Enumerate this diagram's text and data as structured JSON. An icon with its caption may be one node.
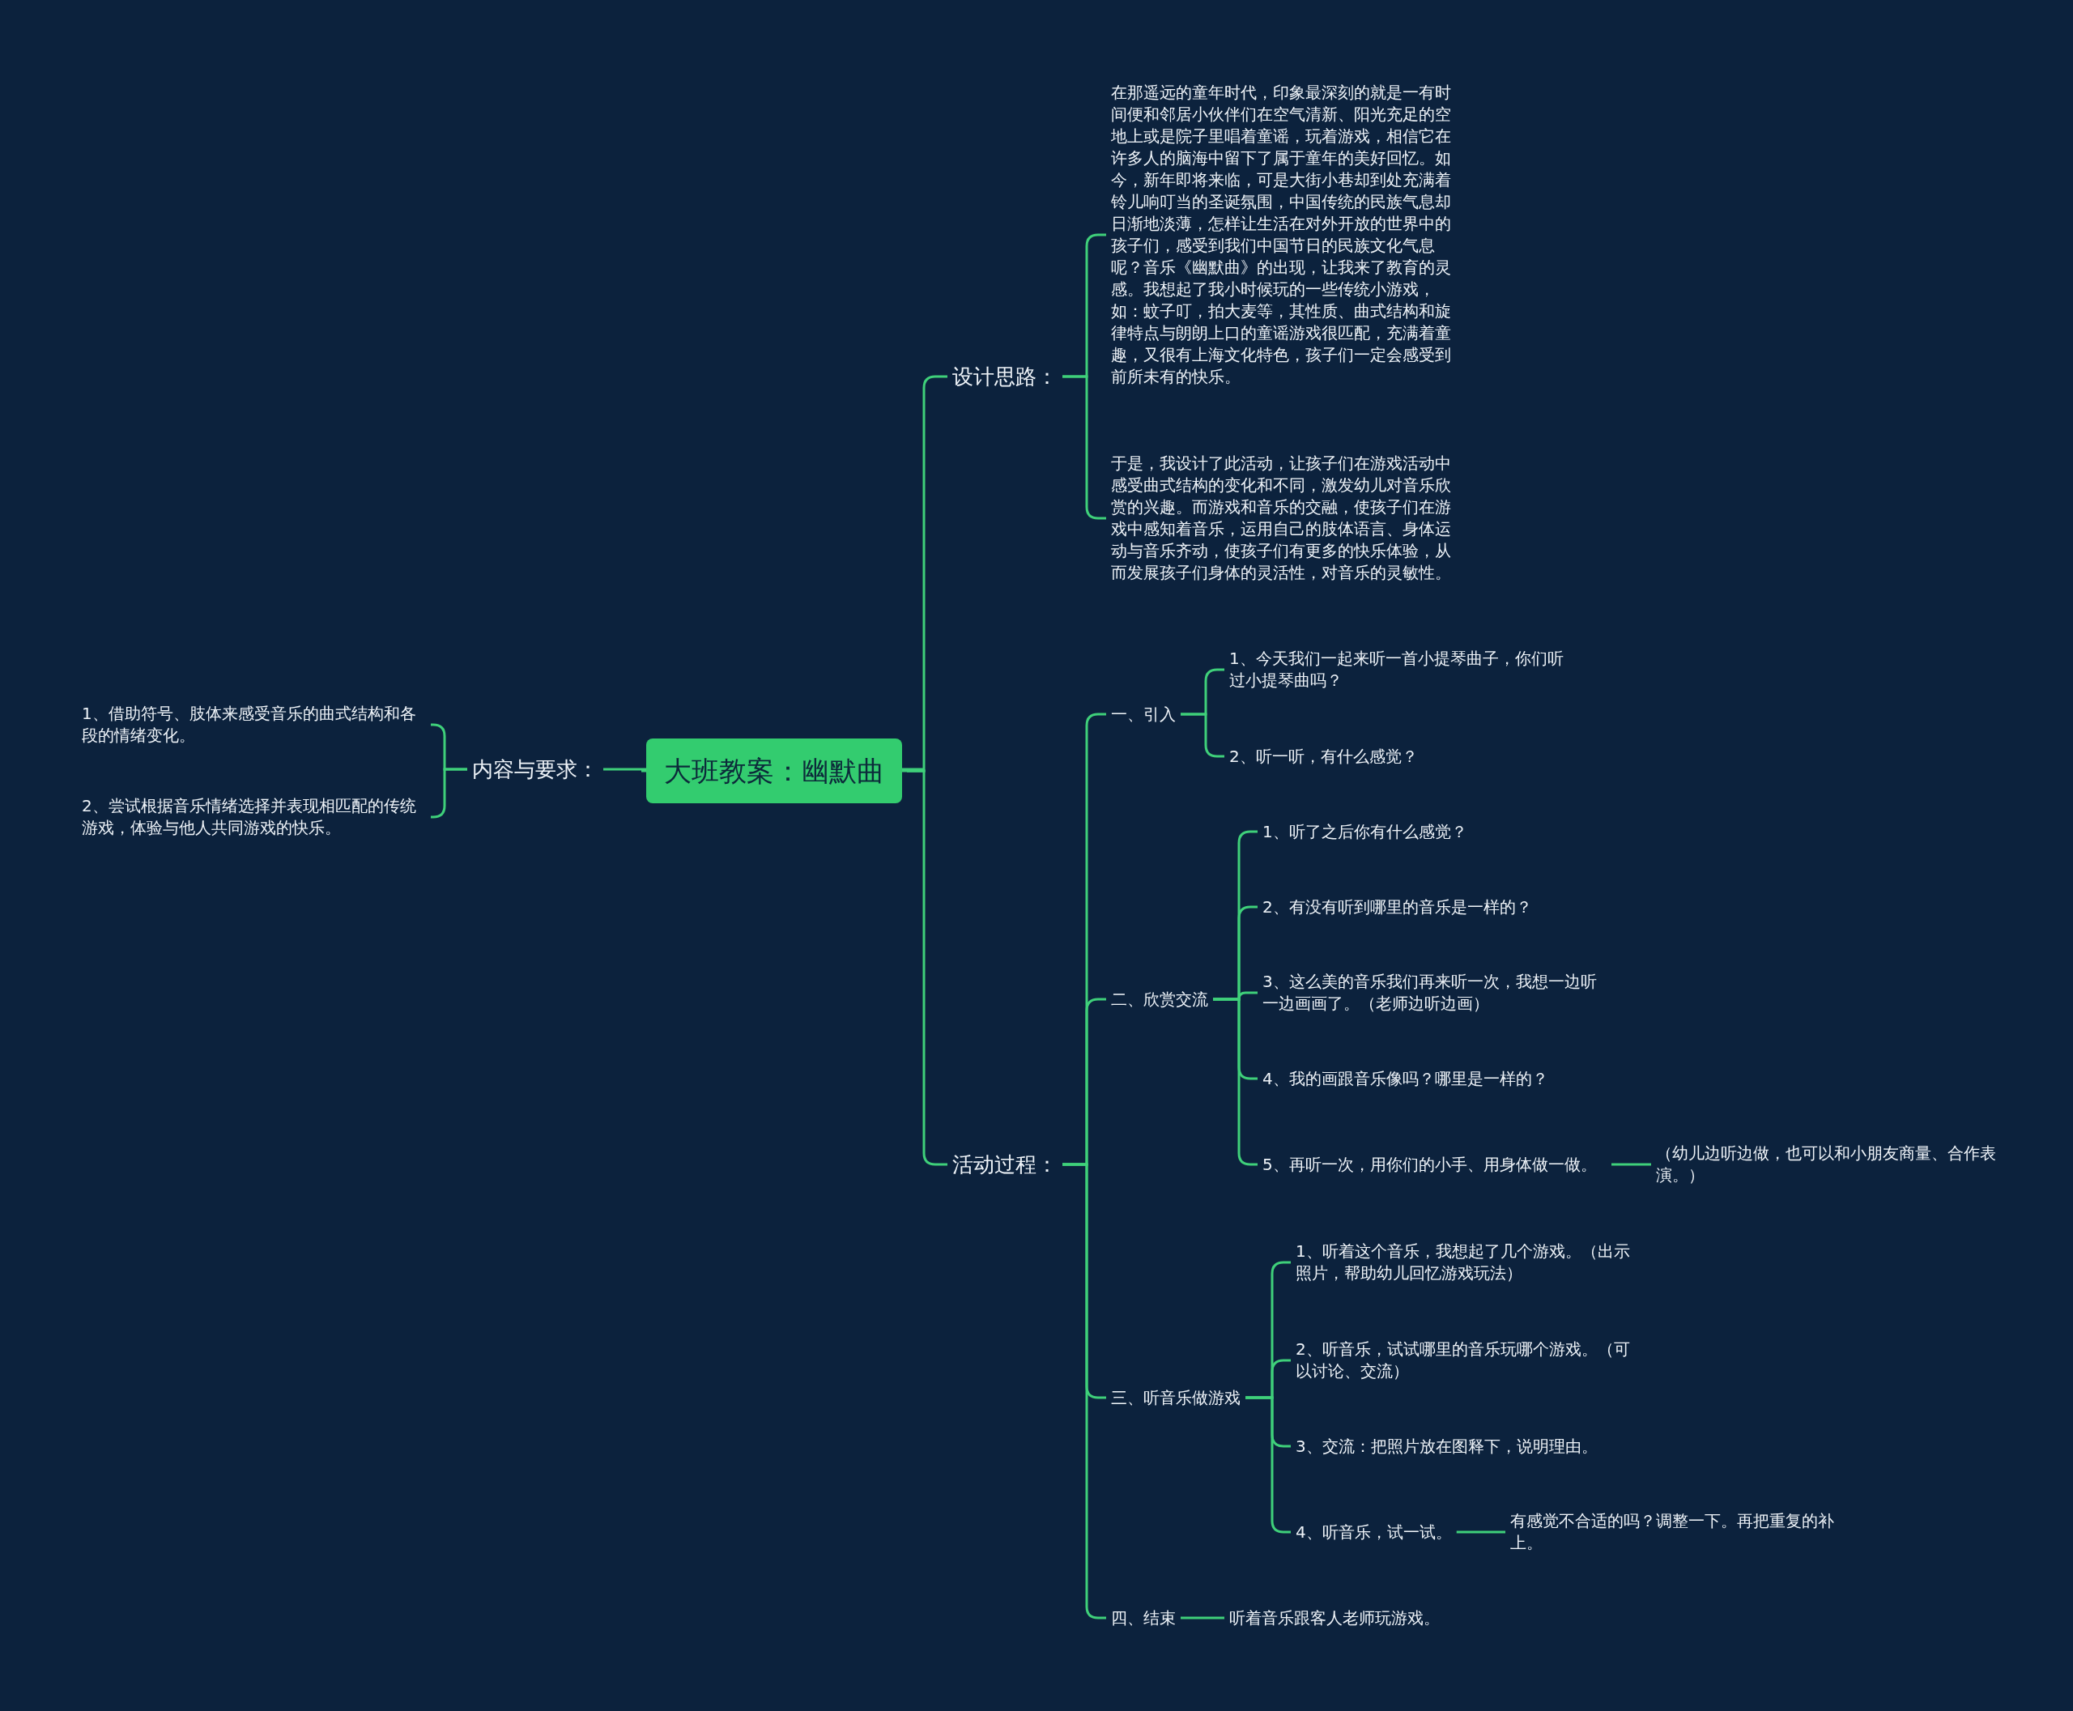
{
  "diagram": {
    "nodes": [
      {
        "text": [
          "大班教案：幽默曲"
        ]
      },
      {
        "text": [
          "内容与要求："
        ]
      },
      {
        "text": [
          "1、借助符号、肢体来感受音乐的曲式结构和各段的情绪变化。"
        ]
      },
      {
        "text": [
          "2、尝试根据音乐情绪选择并表现相匹配的传统游戏，体验与他人共同游戏的快乐。"
        ]
      },
      {
        "text": [
          "设计思路："
        ]
      },
      {
        "text": [
          "在那遥远的童年时代，印象最深刻的就是一有时间便和邻居小伙伴们在空气清新、阳光充足的空地上或是院子里唱着童谣，玩着游戏，相信它在许多人的脑海中留下了属于童年的美好回忆。如今，新年即将来临，可是大街小巷却到处充满着铃儿响叮当的圣诞氛围，中国传统的民族气息却日渐地淡薄，怎样让生活在对外开放的世界中的孩子们，感受到我们中国节日的民族文化气息呢？音乐《幽默曲》的出现，让我来了教育的灵感。我想起了我小时候玩的一些传统小游戏，如：蚊子叮，拍大麦等，其性质、曲式结构和旋律特点与朗朗上口的童谣游戏很匹配，充满着童趣，又很有上海文化特色，孩子们一定会感受到前所未有的快乐。"
        ]
      },
      {
        "text": [
          "于是，我设计了此活动，让孩子们在游戏活动中感受曲式结构的变化和不同，激发幼儿对音乐欣赏的兴趣。而游戏和音乐的交融，使孩子们在游戏中感知着音乐，运用自己的肢体语言、身体运动与音乐齐动，使孩子们有更多的快乐体验，从而发展孩子们身体的灵活性，对音乐的灵敏性。"
        ]
      },
      {
        "text": [
          "活动过程："
        ]
      },
      {
        "text": [
          "一、引入"
        ]
      },
      {
        "text": [
          "1、今天我们一起来听一首小提琴曲子，你们听过小提琴曲吗？"
        ]
      },
      {
        "text": [
          "2、听一听，有什么感觉？"
        ]
      },
      {
        "text": [
          "二、欣赏交流"
        ]
      },
      {
        "text": [
          "1、听了之后你有什么感觉？"
        ]
      },
      {
        "text": [
          "2、有没有听到哪里的音乐是一样的？"
        ]
      },
      {
        "text": [
          "3、这么美的音乐我们再来听一次，我想一边听一边画画了。（老师边听边画）"
        ]
      },
      {
        "text": [
          "4、我的画跟音乐像吗？哪里是一样的？"
        ]
      },
      {
        "text": [
          "5、再听一次，用你们的小手、用身体做一做。"
        ]
      },
      {
        "text": [
          "（幼儿边听边做，也可以和小朋友商量、合作表演。）"
        ]
      },
      {
        "text": [
          "三、听音乐做游戏"
        ]
      },
      {
        "text": [
          "1、听着这个音乐，我想起了几个游戏。（出示照片，帮助幼儿回忆游戏玩法）"
        ]
      },
      {
        "text": [
          "2、听音乐，试试哪里的音乐玩哪个游戏。（可以讨论、交流）"
        ]
      },
      {
        "text": [
          "3、交流：把照片放在图释下，说明理由。"
        ]
      },
      {
        "text": [
          "4、听音乐，试一试。"
        ]
      },
      {
        "text": [
          "有感觉不合适的吗？调整一下。再把重复的补上。"
        ]
      },
      {
        "text": [
          "四、结束"
        ]
      },
      {
        "text": [
          "听着音乐跟客人老师玩游戏。"
        ]
      }
    ],
    "edges": [
      {
        "from": 0,
        "to": 1,
        "arrow": "none"
      },
      {
        "from": 1,
        "to": 2,
        "arrow": "none"
      },
      {
        "from": 1,
        "to": 3,
        "arrow": "none"
      },
      {
        "from": 0,
        "to": 4,
        "arrow": "none"
      },
      {
        "from": 0,
        "to": 7,
        "arrow": "none"
      },
      {
        "from": 4,
        "to": 5,
        "arrow": "none"
      },
      {
        "from": 4,
        "to": 6,
        "arrow": "none"
      },
      {
        "from": 7,
        "to": 8,
        "arrow": "none"
      },
      {
        "from": 7,
        "to": 11,
        "arrow": "none"
      },
      {
        "from": 7,
        "to": 18,
        "arrow": "none"
      },
      {
        "from": 7,
        "to": 24,
        "arrow": "none"
      },
      {
        "from": 8,
        "to": 9,
        "arrow": "none"
      },
      {
        "from": 8,
        "to": 10,
        "arrow": "none"
      },
      {
        "from": 11,
        "to": 12,
        "arrow": "none"
      },
      {
        "from": 11,
        "to": 13,
        "arrow": "none"
      },
      {
        "from": 11,
        "to": 14,
        "arrow": "none"
      },
      {
        "from": 11,
        "to": 15,
        "arrow": "none"
      },
      {
        "from": 11,
        "to": 16,
        "arrow": "none"
      },
      {
        "from": 16,
        "to": 17,
        "arrow": "none"
      },
      {
        "from": 18,
        "to": 19,
        "arrow": "none"
      },
      {
        "from": 18,
        "to": 20,
        "arrow": "none"
      },
      {
        "from": 18,
        "to": 21,
        "arrow": "none"
      },
      {
        "from": 18,
        "to": 22,
        "arrow": "none"
      },
      {
        "from": 22,
        "to": 23,
        "arrow": "none"
      },
      {
        "from": 24,
        "to": 25,
        "arrow": "none"
      }
    ]
  }
}
